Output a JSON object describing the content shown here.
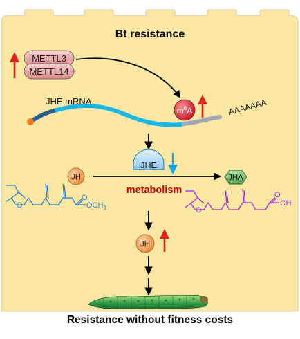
{
  "title": "Bt resistance",
  "enzymes": {
    "top": "METTL3",
    "bottom": "METTL14"
  },
  "mrna_label": "JHE mRNA",
  "m6a": {
    "base": "m",
    "sup": "6",
    "tail": "A"
  },
  "polya": "AAAAAAA",
  "jhe": "JHE",
  "jh": "JH",
  "jha": "JHA",
  "metabolism": "metabolism",
  "methyl_group": "OCH",
  "methyl_sub": "3",
  "acid_group": "OH",
  "carbonyl_o": "O",
  "epoxide_o": "O",
  "footer": "Resistance without fitness costs",
  "colors": {
    "background": "#fbe7a4",
    "up_arrow": "#e0201c",
    "down_arrow": "#1aa5e0",
    "jh_structure": "#2b7fc6",
    "jha_structure": "#9b2fcf",
    "metabolism_text": "#c00000",
    "mrna_main": "#1ab6e8",
    "mrna_dark": "#2a5f93",
    "mrna_tail": "#9fa6b6",
    "m6a_ball": "#d7263d",
    "jh_ball": "#f4a15d",
    "jhe_cap": "#b9dcf2",
    "jha_hex": "#77b86b",
    "enzyme_fill": "#e8a7a7",
    "larva": "#33a04a"
  },
  "icons": [
    "up-arrow-icon",
    "down-arrow-icon",
    "larva-icon",
    "tooth-rim-icon"
  ]
}
